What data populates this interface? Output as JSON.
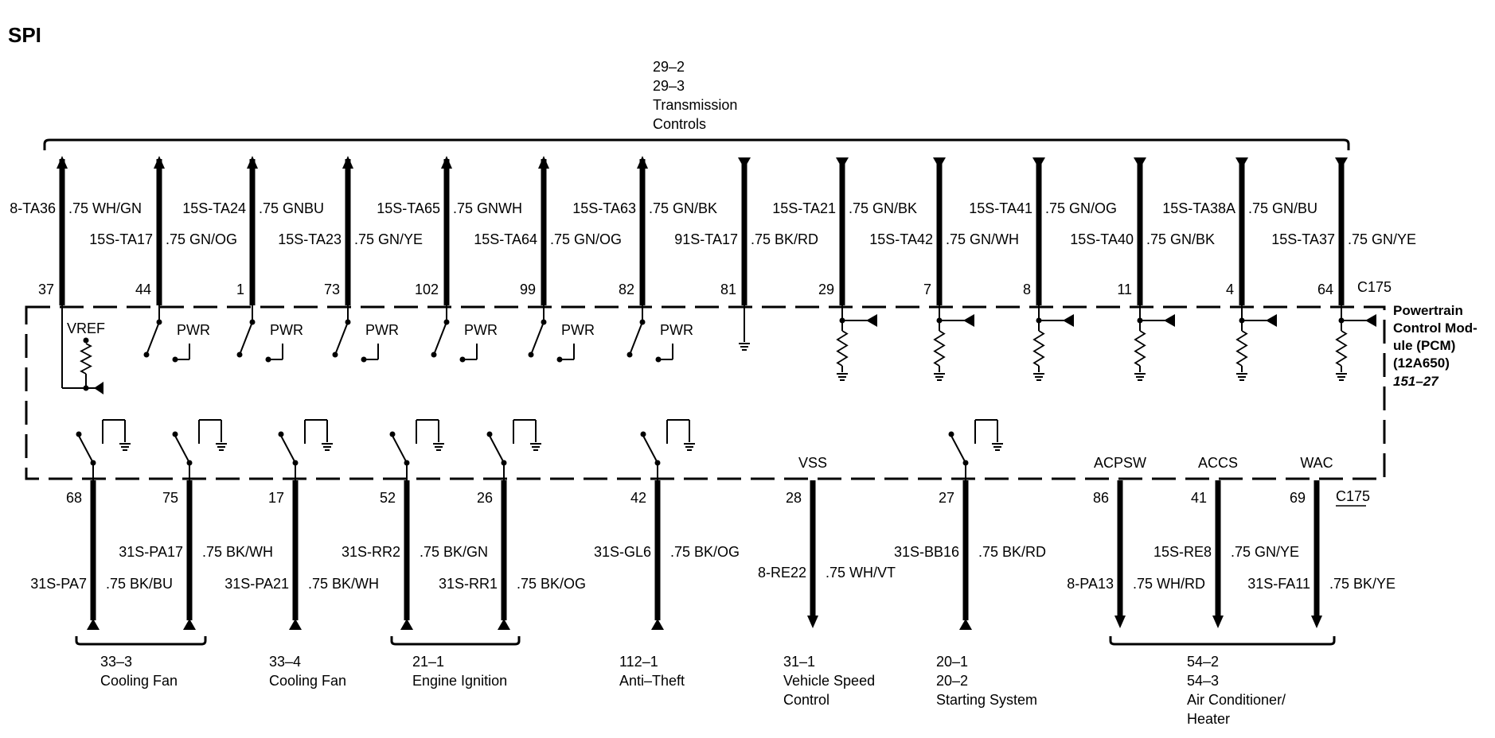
{
  "title": "SPI",
  "top_group": {
    "lines": [
      "29–2",
      "29–3",
      "Transmission",
      "Controls"
    ]
  },
  "module": {
    "lines": [
      "Powertrain",
      "Control Mod-",
      "ule (PCM)",
      "(12A650)"
    ],
    "ref": "151–27",
    "connector": "C175"
  },
  "top_wires": [
    {
      "circuit": "8-TA36",
      "color": ".75 WH/GN",
      "pin": "37",
      "dir": "out",
      "internal": "vref"
    },
    {
      "circuit": "15S-TA17",
      "color": ".75 GN/OG",
      "pin": "44",
      "dir": "out",
      "internal": "pwr",
      "internal_label": "PWR"
    },
    {
      "circuit": "15S-TA24",
      "color": ".75 GNBU",
      "pin": "1",
      "dir": "out",
      "internal": "pwr",
      "internal_label": "PWR"
    },
    {
      "circuit": "15S-TA23",
      "color": ".75 GN/YE",
      "pin": "73",
      "dir": "out",
      "internal": "pwr",
      "internal_label": "PWR"
    },
    {
      "circuit": "15S-TA65",
      "color": ".75 GNWH",
      "pin": "102",
      "dir": "out",
      "internal": "pwr",
      "internal_label": "PWR"
    },
    {
      "circuit": "15S-TA64",
      "color": ".75 GN/OG",
      "pin": "99",
      "dir": "out",
      "internal": "pwr",
      "internal_label": "PWR"
    },
    {
      "circuit": "15S-TA63",
      "color": ".75 GN/BK",
      "pin": "82",
      "dir": "out",
      "internal": "pwr",
      "internal_label": "PWR"
    },
    {
      "circuit": "91S-TA17",
      "color": ".75 BK/RD",
      "pin": "81",
      "dir": "in",
      "internal": "ground"
    },
    {
      "circuit": "15S-TA21",
      "color": ".75 GN/BK",
      "pin": "29",
      "dir": "in",
      "internal": "resistor"
    },
    {
      "circuit": "15S-TA42",
      "color": ".75 GN/WH",
      "pin": "7",
      "dir": "in",
      "internal": "resistor"
    },
    {
      "circuit": "15S-TA41",
      "color": ".75 GN/OG",
      "pin": "8",
      "dir": "in",
      "internal": "resistor"
    },
    {
      "circuit": "15S-TA40",
      "color": ".75 GN/BK",
      "pin": "11",
      "dir": "in",
      "internal": "resistor"
    },
    {
      "circuit": "15S-TA38A",
      "color": ".75 GN/BU",
      "pin": "4",
      "dir": "in",
      "internal": "resistor"
    },
    {
      "circuit": "15S-TA37",
      "color": ".75 GN/YE",
      "pin": "64",
      "dir": "in",
      "internal": "resistor"
    }
  ],
  "vref_label": "VREF",
  "bottom_wires": [
    {
      "circuit": "31S-PA7",
      "color": ".75 BK/BU",
      "pin": "68",
      "dir": "in",
      "internal": "switch"
    },
    {
      "circuit": "31S-PA17",
      "color": ".75 BK/WH",
      "pin": "75",
      "dir": "in",
      "internal": "switch"
    },
    {
      "circuit": "31S-PA21",
      "color": ".75 BK/WH",
      "pin": "17",
      "dir": "in",
      "internal": "switch"
    },
    {
      "circuit": "31S-RR2",
      "color": ".75 BK/GN",
      "pin": "52",
      "dir": "in",
      "internal": "switch"
    },
    {
      "circuit": "31S-RR1",
      "color": ".75 BK/OG",
      "pin": "26",
      "dir": "in",
      "internal": "switch"
    },
    {
      "circuit": "31S-GL6",
      "color": ".75 BK/OG",
      "pin": "42",
      "dir": "in",
      "internal": "switch"
    },
    {
      "circuit": "8-RE22",
      "color": ".75 WH/VT",
      "pin": "28",
      "dir": "out",
      "internal": "label",
      "internal_label": "VSS"
    },
    {
      "circuit": "31S-BB16",
      "color": ".75 BK/RD",
      "pin": "27",
      "dir": "in",
      "internal": "switch"
    },
    {
      "circuit": "8-PA13",
      "color": ".75 WH/RD",
      "pin": "86",
      "dir": "out",
      "internal": "label",
      "internal_label": "ACPSW"
    },
    {
      "circuit": "15S-RE8",
      "color": ".75 GN/YE",
      "pin": "41",
      "dir": "out",
      "internal": "label",
      "internal_label": "ACCS"
    },
    {
      "circuit": "31S-FA11",
      "color": ".75 BK/YE",
      "pin": "69",
      "dir": "out",
      "internal": "label",
      "internal_label": "WAC"
    }
  ],
  "bottom_groups": [
    {
      "lines": [
        "33–3",
        "Cooling Fan"
      ]
    },
    {
      "lines": [
        "33–4",
        "Cooling Fan"
      ]
    },
    {
      "lines": [
        "21–1",
        "Engine Ignition"
      ]
    },
    {
      "lines": [
        "112–1",
        "Anti–Theft"
      ]
    },
    {
      "lines": [
        "31–1",
        "Vehicle Speed",
        "Control"
      ]
    },
    {
      "lines": [
        "20–1",
        "20–2",
        "Starting System"
      ]
    },
    {
      "lines": [
        "54–2",
        "54–3",
        "Air Conditioner/",
        "Heater"
      ]
    }
  ]
}
